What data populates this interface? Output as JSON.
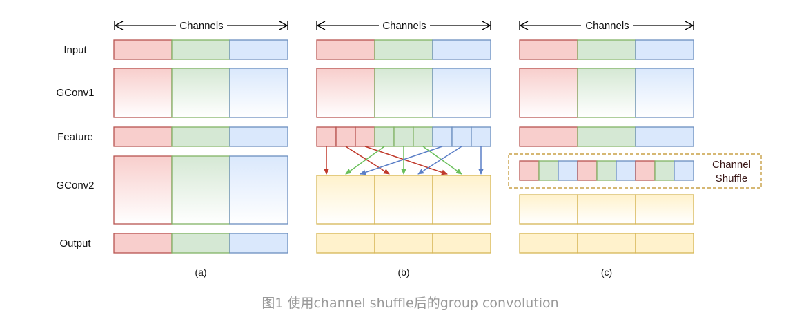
{
  "row_labels": {
    "input": "Input",
    "gconv1": "GConv1",
    "feature": "Feature",
    "gconv2": "GConv2",
    "output": "Output"
  },
  "panels": [
    {
      "header": "Channels",
      "label": "(a)"
    },
    {
      "header": "Channels",
      "label": "(b)"
    },
    {
      "header": "Channels",
      "label": "(c)"
    }
  ],
  "shuffle": {
    "line1": "Channel",
    "line2": "Shuffle"
  },
  "caption": "图1 使用channel shuffle后的group convolution",
  "colors": {
    "red_fill": "#f8cecc",
    "red_stroke": "#b85450",
    "green_fill": "#d5e8d4",
    "green_stroke": "#82b366",
    "blue_fill": "#dae8fc",
    "blue_stroke": "#6c8ebf",
    "yellow_fill": "#fff2cc",
    "yellow_stroke": "#d6b656",
    "arrow_red": "#c0392b",
    "arrow_green": "#6abf5a",
    "arrow_blue": "#5b7fc7",
    "shuffle_border": "#c8a046"
  }
}
